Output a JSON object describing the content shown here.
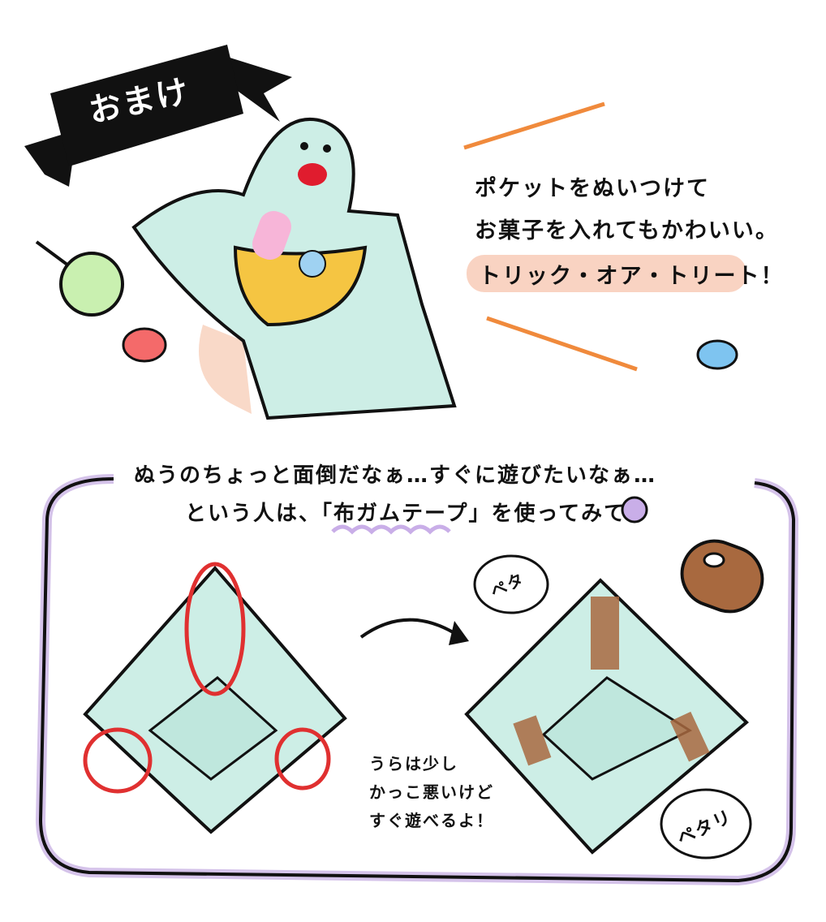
{
  "banner": {
    "title": "おまけ"
  },
  "caption_top": {
    "line1": "ポケットをぬいつけて",
    "line2": "お菓子を入れてもかわいい。",
    "line3": "トリック・オア・トリート！"
  },
  "caption_middle": {
    "line1": "ぬうのちょっと面倒だなぁ…すぐに遊びたいなぁ…",
    "line2": "という人は、「布ガムテープ」を使ってみて"
  },
  "bubbles": {
    "first": "ペタ",
    "second": "ペタリ"
  },
  "note": {
    "line1": "うらは少し",
    "line2": "かっこ悪いけど",
    "line3": "すぐ遊べるよ！"
  },
  "colors": {
    "cloth": "#cdeee6",
    "pocket": "#f5c542",
    "frame": "#d5c3ea",
    "tape": "#a8693f",
    "circle": "#e03030",
    "accent": "#f08a3c"
  }
}
